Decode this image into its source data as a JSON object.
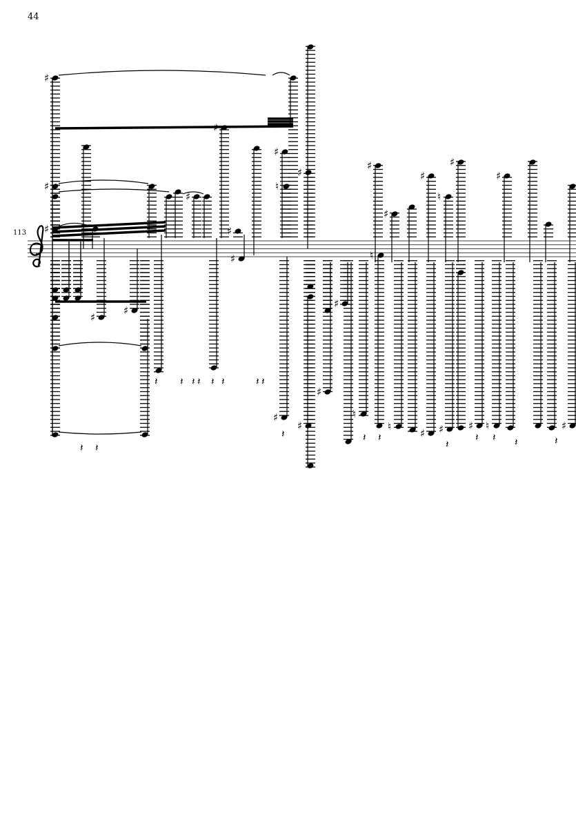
{
  "page": {
    "number": "44"
  },
  "system": {
    "measure_number": "113",
    "clef": "treble"
  },
  "colors": {
    "ink": "#000000",
    "paper": "#ffffff"
  }
}
